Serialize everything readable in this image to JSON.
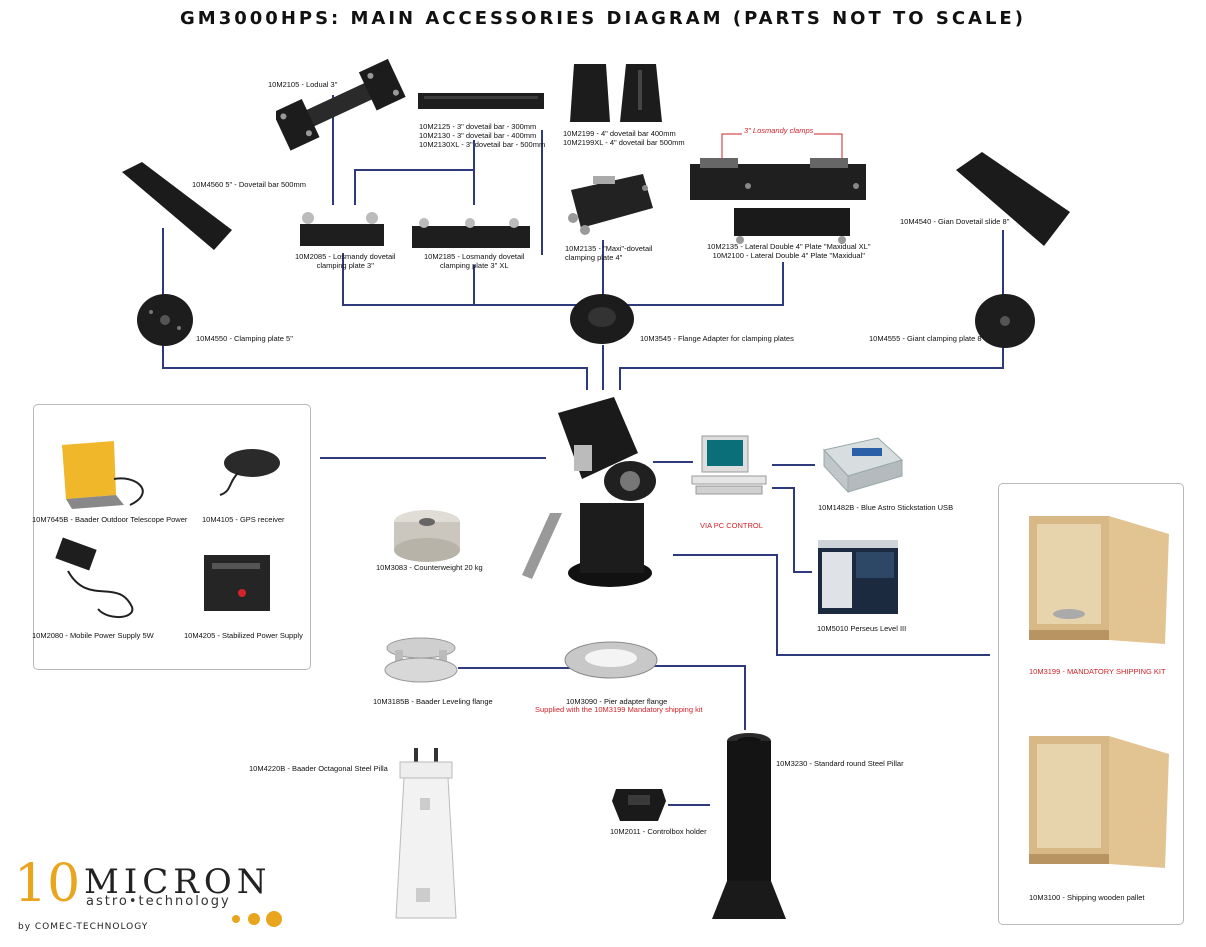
{
  "title": "GM3000HPS: MAIN ACCESSORIES DIAGRAM (PARTS NOT TO SCALE)",
  "parts": {
    "lodual": "10M2105 - Lodual 3\"",
    "dovetail_bars_3": "10M2125 - 3\" dovetail bar - 300mm\n10M2130 - 3\" dovetail bar - 400mm\n10M2130XL - 3\" dovetail bar - 500mm",
    "dovetail_bars_4": "10M2199 - 4\" dovetail bar 400mm\n10M2199XL - 4\" dovetail bar 500mm",
    "losmandy_clamps": "3\" Losmandy clamps",
    "dovetail_bar_5": "10M4560 5\" - Dovetail bar 500mm",
    "losmandy_clamp_3": "10M2085 - Losmandy dovetail\nclamping plate 3\"",
    "losmandy_clamp_3xl": "10M2185 - Losmandy dovetail\nclamping plate 3\" XL",
    "maxi_dovetail": "10M2135 - \"Maxi\"-dovetail\nclamping plate 4\"",
    "lateral_double": "10M2135 - Lateral Double 4\" Plate \"Maxidual XL\"\n10M2100 - Lateral Double 4\" Plate \"Maxidual\"",
    "gian_dovetail": "10M4540 - Gian Dovetail slide 8\"",
    "clamping_plate_5": "10M4550 - Clamping plate 5\"",
    "flange_adapter": "10M3545 - Flange Adapter for clamping plates",
    "giant_clamping": "10M4555 - Giant clamping plate 8\"",
    "baader_power": "10M7645B - Baader Outdoor Telescope Power",
    "gps": "10M4105 - GPS receiver",
    "mobile_power": "10M2080 - Mobile Power Supply 5W",
    "stabilized_power": "10M4205 - Stabilized Power Supply",
    "counterweight": "10M3083 - Counterweight 20 kg",
    "via_pc": "VIA PC CONTROL",
    "stickstation": "10M1482B - Blue Astro Stickstation USB",
    "perseus": "10M5010 Perseus Level III",
    "shipping_kit": "10M3199 - MANDATORY SHIPPING KIT",
    "leveling_flange": "10M3185B - Baader Leveling flange",
    "pier_adapter": "10M3090 - Pier adapter flange",
    "pier_adapter_note": "Supplied with the 10M3199 Mandatory shipping kit",
    "octagonal_pillar": "10M4220B - Baader Octagonal Steel Pilla",
    "round_pillar": "10M3230 - Standard round Steel Pillar",
    "controlbox": "10M2011 - Controlbox holder",
    "wooden_pallet": "10M3100 - Shipping wooden pallet"
  },
  "logo": {
    "digits": "10",
    "name": "MICRON",
    "sub": "astro•technology",
    "by": "by COMEC-TECHNOLOGY"
  },
  "colors": {
    "connector": "#2e3a7c",
    "accent_red": "#d2232a",
    "brand_gold": "#e9a51d"
  }
}
